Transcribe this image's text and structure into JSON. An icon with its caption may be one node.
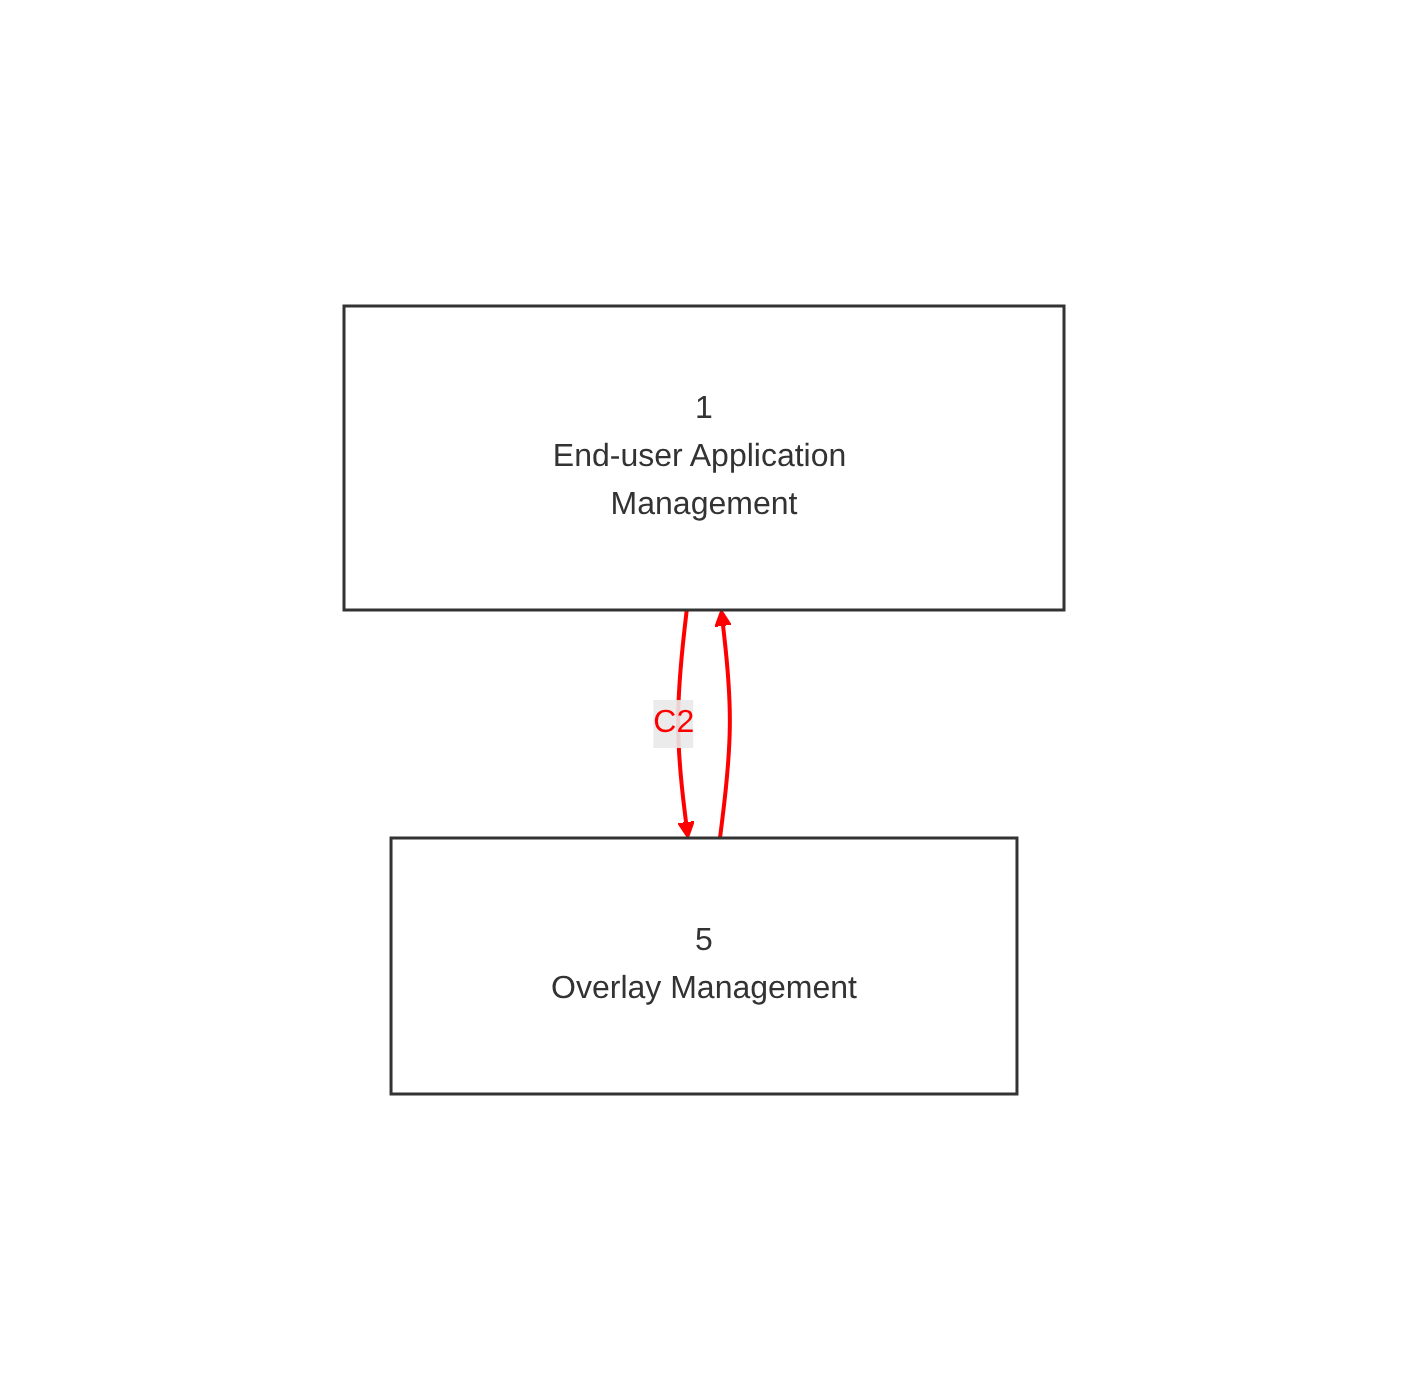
{
  "diagram": {
    "nodes": [
      {
        "text": [
          "1",
          "End-user Application Management"
        ]
      },
      {
        "text": [
          "5",
          "Overlay Management"
        ]
      }
    ],
    "edges": [
      {
        "from": 0,
        "to": 1,
        "arrow": "to",
        "label": "C2",
        "color": "#ff0000"
      },
      {
        "from": 1,
        "to": 0,
        "arrow": "to",
        "color": "#ff0000"
      }
    ]
  }
}
